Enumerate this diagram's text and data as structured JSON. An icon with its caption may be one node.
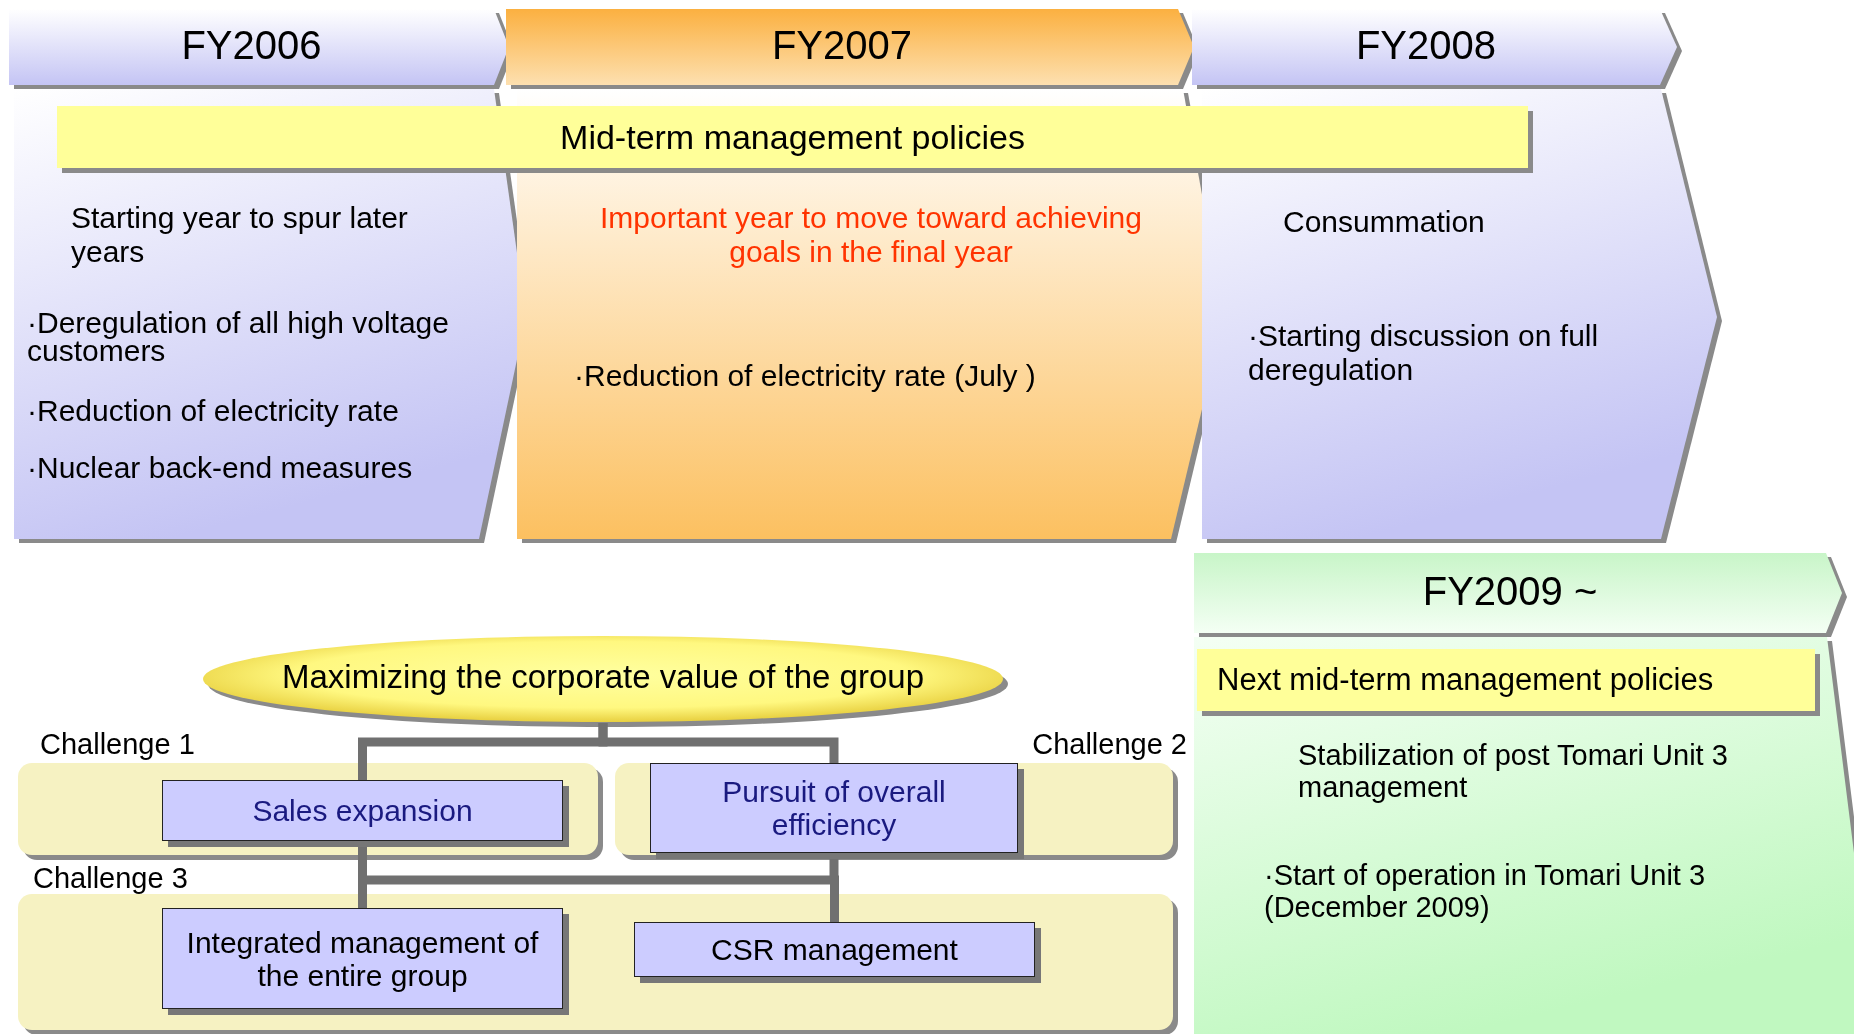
{
  "diagram": {
    "nodes": [
      {
        "text": [
          "FY2006",
          "Starting year to spur later years",
          "·Deregulation of all high voltage customers",
          "·Reduction of electricity rate",
          "·Nuclear back-end measures"
        ]
      },
      {
        "text": [
          "FY2007",
          "Important year to move toward achieving goals in the final year",
          "·Reduction of electricity rate (July )"
        ]
      },
      {
        "text": [
          "FY2008",
          "Consummation",
          "·Starting discussion on full deregulation"
        ]
      },
      {
        "text": [
          "Mid-term management policies"
        ]
      },
      {
        "text": [
          "FY2009 ~",
          "Stabilization of post Tomari Unit 3 management",
          "·Start of operation in Tomari Unit 3 (December 2009)"
        ]
      },
      {
        "text": [
          "Next mid-term management policies"
        ],
        "in": 4
      },
      {
        "text": [
          "Maximizing the corporate value of the group"
        ]
      },
      {
        "text": [
          "Challenge 1"
        ]
      },
      {
        "text": [
          "Sales expansion"
        ],
        "in": 7
      },
      {
        "text": [
          "Challenge 2"
        ]
      },
      {
        "text": [
          "Pursuit of overall efficiency"
        ],
        "in": 9
      },
      {
        "text": [
          "Challenge 3"
        ]
      },
      {
        "text": [
          "Integrated management of the entire group"
        ],
        "in": 11
      },
      {
        "text": [
          "CSR management"
        ],
        "in": 11
      }
    ],
    "edges": [
      {
        "from": 6,
        "to": 8,
        "arrow": "none"
      },
      {
        "from": 6,
        "to": 10,
        "arrow": "none"
      },
      {
        "from": 8,
        "to": 12,
        "arrow": "none"
      },
      {
        "from": 10,
        "to": 13,
        "arrow": "none"
      },
      {
        "from": 8,
        "to": 13,
        "arrow": "none"
      },
      {
        "from": 10,
        "to": 12,
        "arrow": "none"
      }
    ]
  }
}
